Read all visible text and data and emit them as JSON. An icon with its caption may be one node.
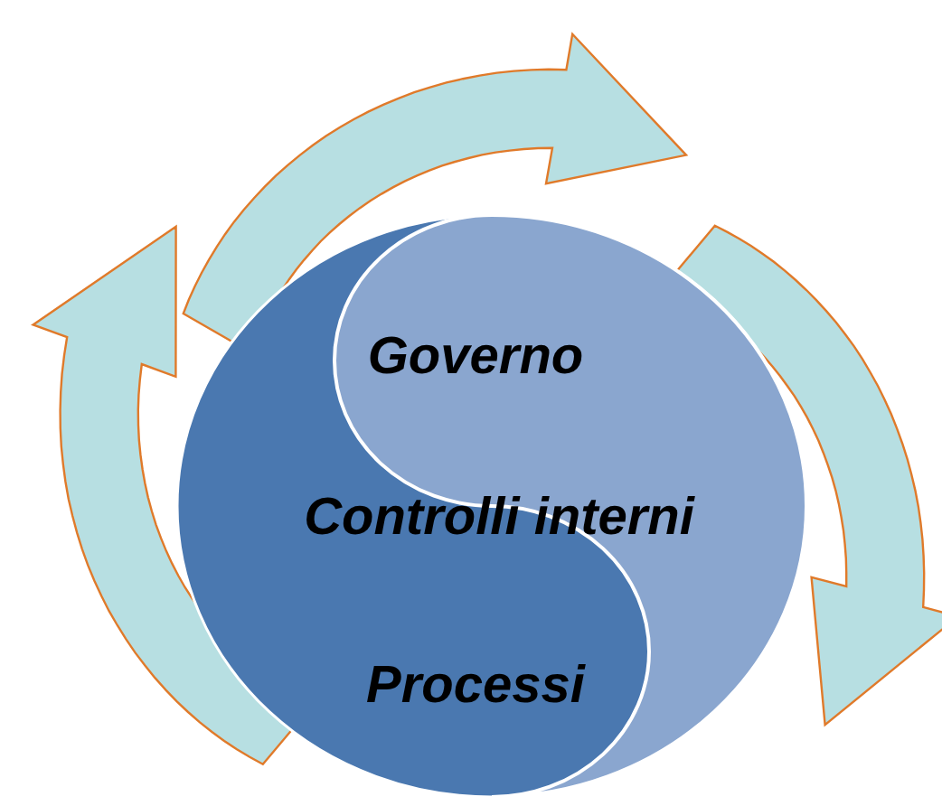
{
  "diagram": {
    "nodes": [
      {
        "text": [
          "Governo",
          "Controlli interni",
          "Processi"
        ]
      }
    ]
  }
}
